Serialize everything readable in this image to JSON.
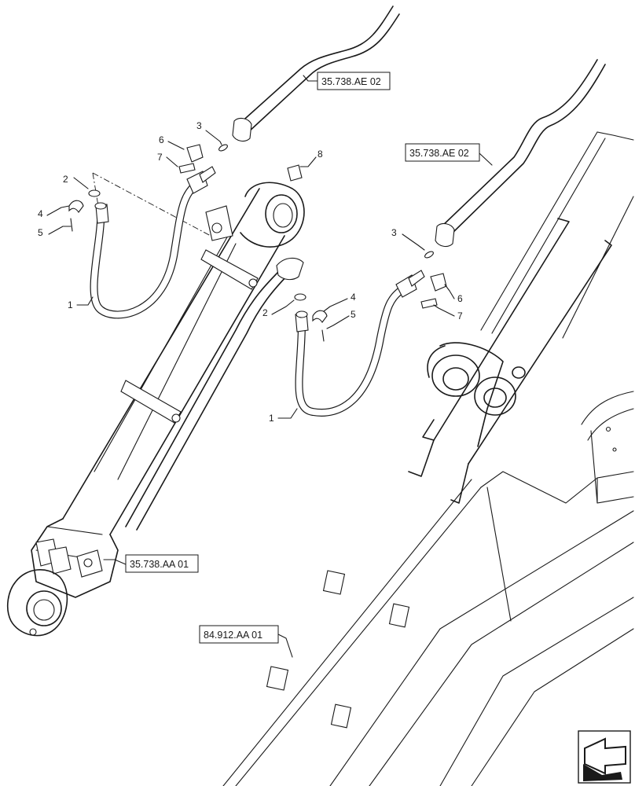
{
  "diagram": {
    "callouts": {
      "c3_top": "3",
      "c6_top": "6",
      "c7_top": "7",
      "c8": "8",
      "c2_left": "2",
      "c4_left": "4",
      "c5_left": "5",
      "c1_left": "1",
      "c3_right": "3",
      "c6_right": "6",
      "c7_right": "7",
      "c4_mid": "4",
      "c5_mid": "5",
      "c2_mid": "2",
      "c1_mid": "1"
    },
    "references": {
      "ref_top": "35.738.AE 02",
      "ref_right": "35.738.AE 02",
      "ref_cylinder": "35.738.AA 01",
      "ref_boom": "84.912.AA 01"
    },
    "nav_icon": "arrow-icon"
  }
}
